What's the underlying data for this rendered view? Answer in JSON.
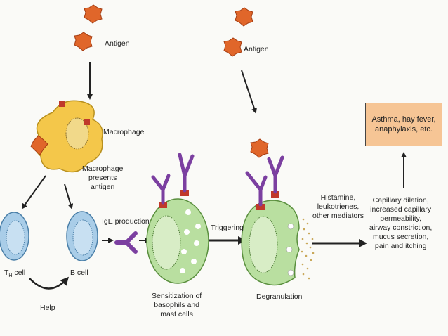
{
  "labels": {
    "antigen_left": "Antigen",
    "antigen_right": "Antigen",
    "macrophage": "Macrophage",
    "macrophage_presents": "Macrophage\npresents\nantigen",
    "th_cell_main": "T",
    "th_cell_sub": "H",
    "th_cell_tail": " cell",
    "b_cell": "B cell",
    "help": "Help",
    "ige_production": "IgE production",
    "sensitization": "Sensitization of\nbasophils and\nmast cells",
    "triggering": "Triggering",
    "degranulation": "Degranulation",
    "mediators": "Histamine,\nleukotrienes,\nother mediators",
    "effects": "Capillary dilation,\nincreased capillary\npermeability,\nairway constriction,\nmucus secretion,\npain and itching",
    "outcome": "Asthma, hay fever,\nanaphylaxis, etc."
  },
  "colors": {
    "antigen": "#e0662a",
    "macrophage": "#f4c74a",
    "lymphocyte": "#a9cde8",
    "mast_cell": "#b9dfa0",
    "ige": "#7b3fa0",
    "receptor": "#c0392b",
    "outcome_box": "#f6c595"
  }
}
